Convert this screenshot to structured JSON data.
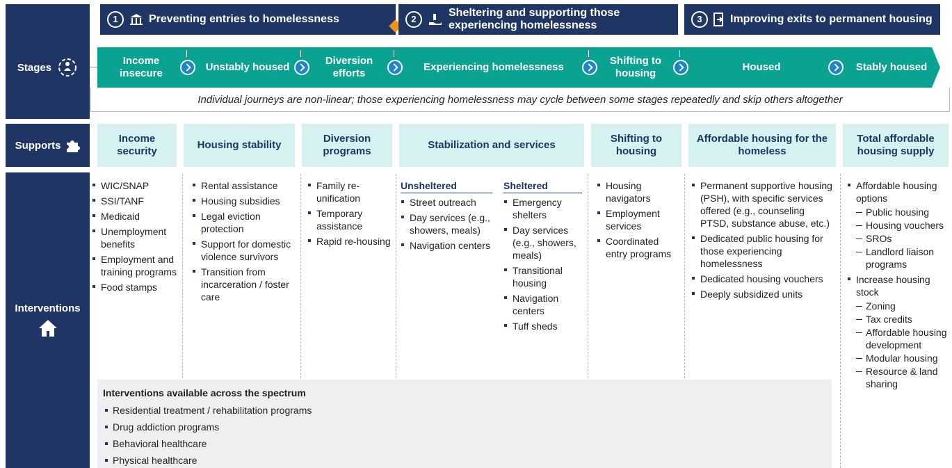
{
  "colors": {
    "navy": "#1f3664",
    "teal": "#0aa290",
    "light_teal": "#d6f2f0",
    "chevron_blue": "#1a86c8",
    "diamond_orange": "#f2921d",
    "gray_panel": "#efefef"
  },
  "phases": [
    {
      "number": "1",
      "label": "Preventing entries to homelessness",
      "icon": "bank-decline-icon"
    },
    {
      "number": "2",
      "label": "Sheltering and supporting those experiencing homelessness",
      "icon": "hand-supporting-icon"
    },
    {
      "number": "3",
      "label": "Improving exits to permanent housing",
      "icon": "exit-door-icon"
    }
  ],
  "rows": {
    "stages": "Stages",
    "supports": "Supports",
    "interventions": "Interventions"
  },
  "stages": [
    "Income insecure",
    "Unstably housed",
    "Diversion efforts",
    "Experiencing homelessness",
    "Shifting to housing",
    "Housed",
    "Stably housed"
  ],
  "journey_note": "Individual journeys are non-linear; those experiencing homelessness may cycle between some stages repeatedly and skip others altogether",
  "supports": [
    "Income security",
    "Housing stability",
    "Diversion programs",
    "Stabilization and services",
    "Shifting to housing",
    "Affordable housing for the homeless",
    "Total affordable housing supply"
  ],
  "interventions": {
    "income": [
      "WIC/SNAP",
      "SSI/TANF",
      "Medicaid",
      "Unemployment benefits",
      "Employment and training programs",
      "Food stamps"
    ],
    "housing_stability": [
      "Rental assistance",
      "Housing subsidies",
      "Legal eviction protection",
      "Support for domestic violence survivors",
      "Transition from incarceration / foster care"
    ],
    "diversion": [
      "Family re-unification",
      "Temporary assistance",
      "Rapid re-housing"
    ],
    "unsheltered": {
      "title": "Unsheltered",
      "items": [
        "Street outreach",
        "Day services (e.g., showers, meals)",
        "Navigation centers"
      ]
    },
    "sheltered": {
      "title": "Sheltered",
      "items": [
        "Emergency shelters",
        "Day services (e.g., showers, meals)",
        "Transitional housing",
        "Navigation centers",
        "Tuff sheds"
      ]
    },
    "shifting": [
      "Housing navigators",
      "Employment services",
      "Coordinated entry programs"
    ],
    "affordable_homeless": [
      "Permanent supportive housing (PSH), with specific services offered (e.g., counseling PTSD, substance abuse, etc.)",
      "Dedicated public housing for those experiencing homelessness",
      "Dedicated housing vouchers",
      "Deeply subsidized units"
    ],
    "total_supply": {
      "item1": "Affordable housing options",
      "sub1": [
        "Public housing",
        "Housing vouchers",
        "SROs",
        "Landlord liaison programs"
      ],
      "item2": "Increase housing stock",
      "sub2": [
        "Zoning",
        "Tax credits",
        "Affordable housing development",
        "Modular housing",
        "Resource & land sharing"
      ]
    }
  },
  "across_spectrum": {
    "title": "Interventions available across the spectrum",
    "items": [
      "Residential treatment / rehabilitation programs",
      "Drug addiction programs",
      "Behavioral healthcare",
      "Physical healthcare"
    ]
  }
}
